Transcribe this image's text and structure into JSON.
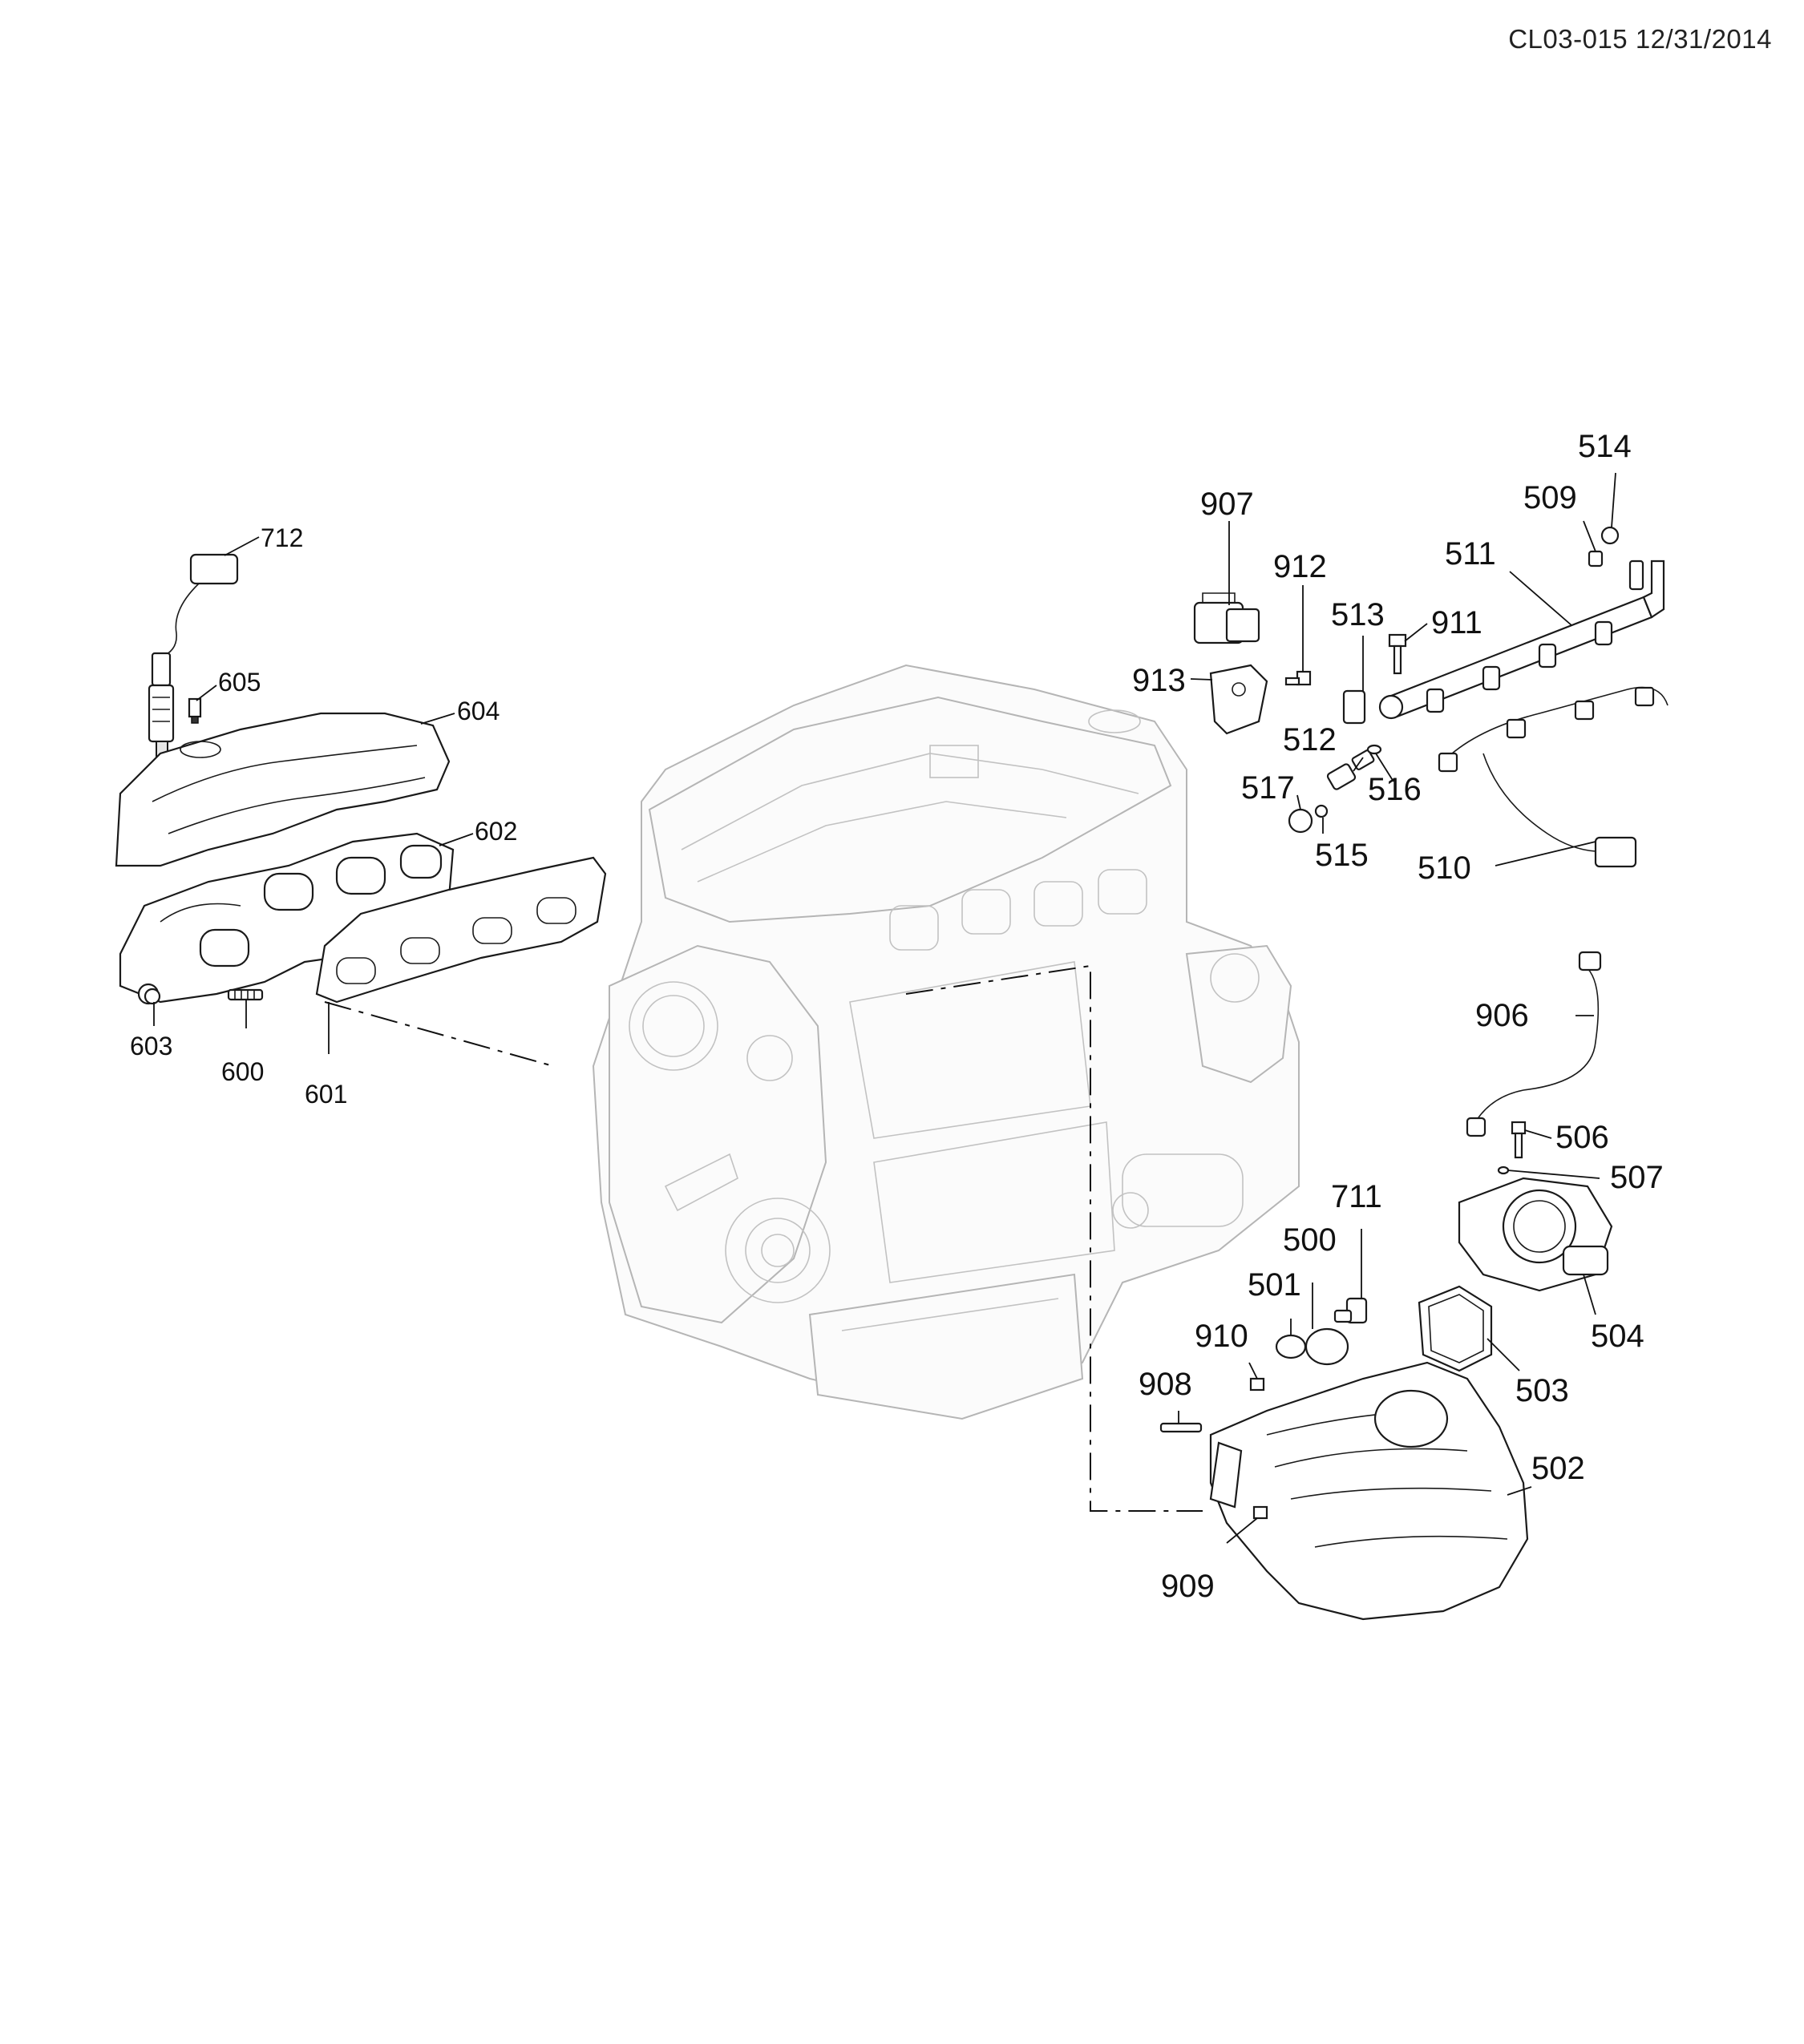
{
  "doc_ref": "CL03-015 12/31/2014",
  "callouts": [
    {
      "id": "712",
      "text": "712"
    },
    {
      "id": "605",
      "text": "605"
    },
    {
      "id": "604",
      "text": "604"
    },
    {
      "id": "602",
      "text": "602"
    },
    {
      "id": "603",
      "text": "603"
    },
    {
      "id": "600",
      "text": "600"
    },
    {
      "id": "601",
      "text": "601"
    },
    {
      "id": "907",
      "text": "907"
    },
    {
      "id": "912",
      "text": "912"
    },
    {
      "id": "913",
      "text": "913"
    },
    {
      "id": "513",
      "text": "513"
    },
    {
      "id": "911",
      "text": "911"
    },
    {
      "id": "511",
      "text": "511"
    },
    {
      "id": "509",
      "text": "509"
    },
    {
      "id": "514",
      "text": "514"
    },
    {
      "id": "512",
      "text": "512"
    },
    {
      "id": "517",
      "text": "517"
    },
    {
      "id": "516",
      "text": "516"
    },
    {
      "id": "515",
      "text": "515"
    },
    {
      "id": "510",
      "text": "510"
    },
    {
      "id": "906",
      "text": "906"
    },
    {
      "id": "506",
      "text": "506"
    },
    {
      "id": "507",
      "text": "507"
    },
    {
      "id": "711",
      "text": "711"
    },
    {
      "id": "500",
      "text": "500"
    },
    {
      "id": "501",
      "text": "501"
    },
    {
      "id": "910",
      "text": "910"
    },
    {
      "id": "908",
      "text": "908"
    },
    {
      "id": "504",
      "text": "504"
    },
    {
      "id": "503",
      "text": "503"
    },
    {
      "id": "502",
      "text": "502"
    },
    {
      "id": "909",
      "text": "909"
    }
  ]
}
